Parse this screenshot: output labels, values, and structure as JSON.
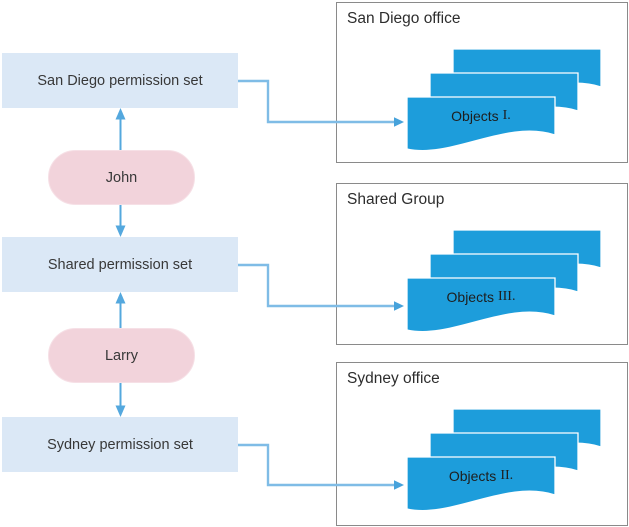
{
  "colors": {
    "permission_box_fill": "#dbe8f6",
    "actor_capsule_fill": "#f2d3db",
    "document_fill": "#1d9ddb",
    "elbow_connector_blue": "#7fbce6",
    "double_arrow_blue": "#54a8de",
    "office_border_gray": "#8a8a8a"
  },
  "permission_sets": [
    {
      "label": "San Diego permission set"
    },
    {
      "label": "Shared permission set"
    },
    {
      "label": "Sydney permission set"
    }
  ],
  "actors": [
    {
      "name": "John"
    },
    {
      "name": "Larry"
    }
  ],
  "offices": [
    {
      "title": "San Diego office",
      "object_prefix": "Objects",
      "object_numeral": "I."
    },
    {
      "title": "Shared Group",
      "object_prefix": "Objects",
      "object_numeral": "III."
    },
    {
      "title": "Sydney office",
      "object_prefix": "Objects",
      "object_numeral": "II."
    }
  ]
}
